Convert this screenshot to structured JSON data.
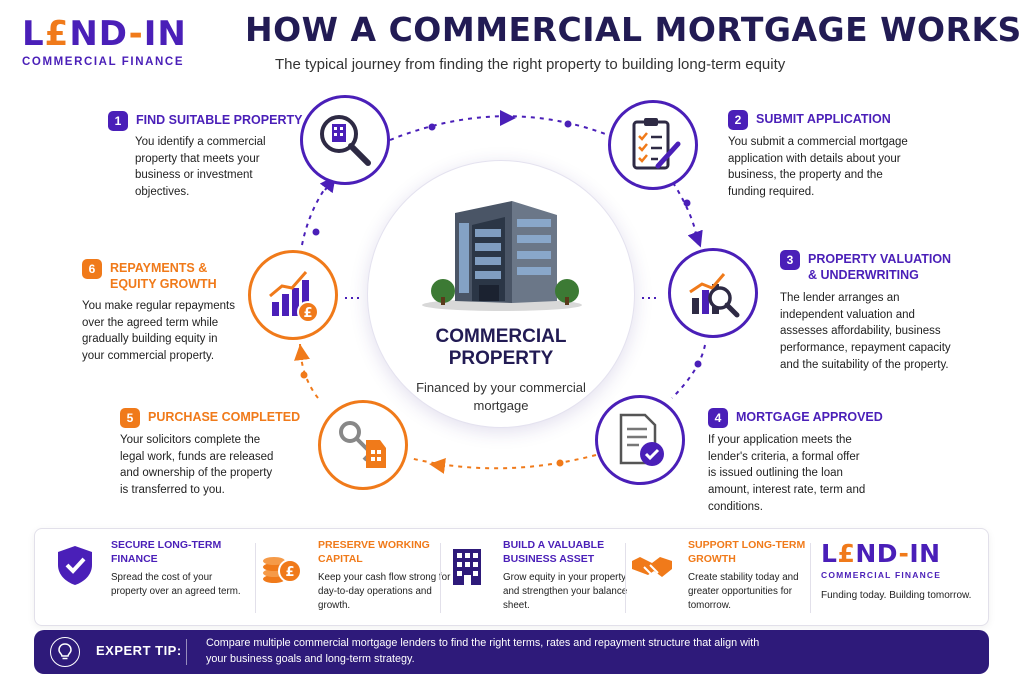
{
  "brand": {
    "logo_text": "LEND-IN",
    "logo_sub": "COMMERCIAL FINANCE",
    "tagline": "Funding today. Building tomorrow."
  },
  "header": {
    "title": "HOW A COMMERCIAL MORTGAGE WORKS",
    "subtitle": "The typical journey from finding the right property to building long-term equity"
  },
  "center": {
    "title_line1": "COMMERCIAL",
    "title_line2": "PROPERTY",
    "subtitle": "Financed by your commercial mortgage"
  },
  "steps": [
    {
      "num": "1",
      "title": "FIND SUITABLE PROPERTY",
      "text": "You identify a commercial property that meets your business or investment objectives.",
      "icon": "magnifier-building-icon",
      "color": "#4a1fb8"
    },
    {
      "num": "2",
      "title": "SUBMIT APPLICATION",
      "text": "You submit a commercial mortgage application with details about your business, the property and the funding required.",
      "icon": "clipboard-checklist-icon",
      "color": "#4a1fb8"
    },
    {
      "num": "3",
      "title": "PROPERTY VALUATION & UNDERWRITING",
      "text": "The lender arranges an independent valuation and assesses affordability, business performance, repayment capacity and the suitability of the property.",
      "icon": "chart-magnifier-icon",
      "color": "#4a1fb8"
    },
    {
      "num": "4",
      "title": "MORTGAGE APPROVED",
      "text": "If your application meets the lender's criteria, a formal offer is issued outlining the loan amount, interest rate, term and conditions.",
      "icon": "approved-document-icon",
      "color": "#4a1fb8"
    },
    {
      "num": "5",
      "title": "PURCHASE COMPLETED",
      "text": "Your solicitors complete the legal work, funds are released and ownership of the property is transferred to you.",
      "icon": "keys-icon",
      "color": "#f07a1a"
    },
    {
      "num": "6",
      "title": "REPAYMENTS & EQUITY GROWTH",
      "text": "You make regular repayments over the agreed term while gradually building equity in your commercial property.",
      "icon": "growth-chart-pound-icon",
      "color": "#f07a1a"
    }
  ],
  "benefits": [
    {
      "title": "SECURE LONG-TERM FINANCE",
      "text": "Spread the cost of your property over an agreed term.",
      "icon": "shield-check-icon"
    },
    {
      "title": "PRESERVE WORKING CAPITAL",
      "text": "Keep your cash flow strong for day-to-day operations and growth.",
      "icon": "coins-pound-icon"
    },
    {
      "title": "BUILD A VALUABLE BUSINESS ASSET",
      "text": "Grow equity in your property and strengthen your balance sheet.",
      "icon": "building-icon"
    },
    {
      "title": "SUPPORT LONG-TERM GROWTH",
      "text": "Create stability today and greater opportunities for tomorrow.",
      "icon": "handshake-icon"
    }
  ],
  "tip": {
    "label": "EXPERT TIP:",
    "text": "Compare multiple commercial mortgage lenders to find the right terms, rates and repayment structure that align with your business goals and long-term strategy.",
    "icon": "lightbulb-icon"
  },
  "colors": {
    "primary": "#4a1fb8",
    "accent": "#f07a1a",
    "dark": "#2e1a7a"
  }
}
